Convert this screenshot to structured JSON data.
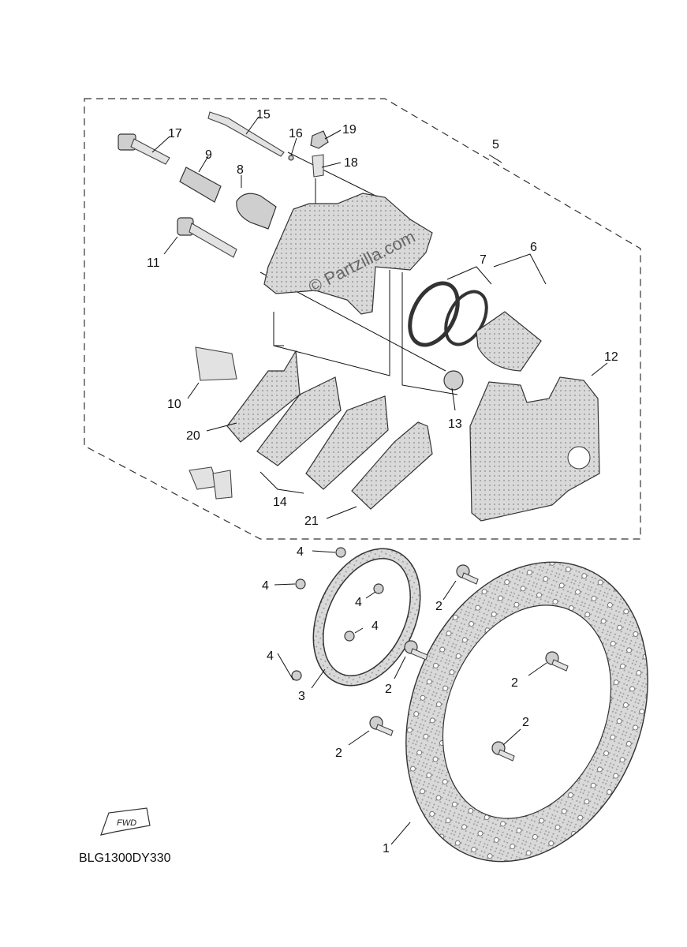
{
  "diagram_code": "BLG1300DY330",
  "watermark": "© Partzilla.com",
  "fwd_label": "FWD",
  "callouts": {
    "c1": "1",
    "c2a": "2",
    "c2b": "2",
    "c2c": "2",
    "c2d": "2",
    "c2e": "2",
    "c3": "3",
    "c4a": "4",
    "c4b": "4",
    "c4c": "4",
    "c4d": "4",
    "c4e": "4",
    "c5": "5",
    "c6": "6",
    "c7": "7",
    "c8": "8",
    "c9": "9",
    "c10": "10",
    "c11": "11",
    "c12": "12",
    "c13": "13",
    "c14": "14",
    "c15": "15",
    "c16": "16",
    "c17": "17",
    "c18": "18",
    "c19": "19",
    "c20": "20",
    "c21": "21"
  }
}
